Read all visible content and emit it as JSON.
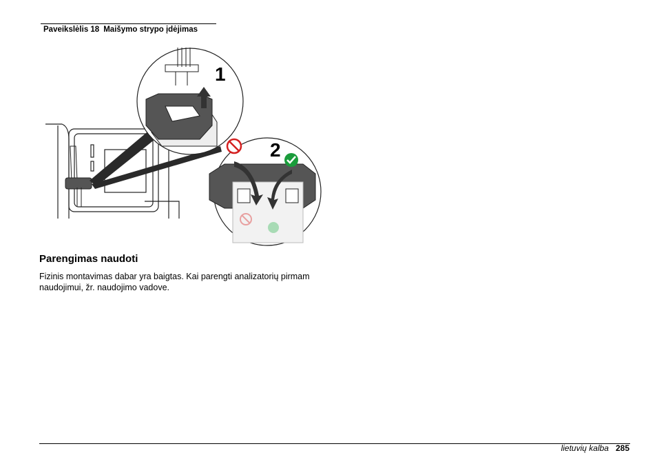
{
  "figure": {
    "caption_label": "Paveikslėlis 18",
    "caption_title": "Maišymo strypo įdėjimas",
    "step1": "1",
    "step2": "2",
    "illustration_icon": "stir-bar-installation-illustration"
  },
  "section": {
    "title": "Parengimas naudoti",
    "body": "Fizinis montavimas dabar yra baigtas. Kai parengti analizatorių pirmam naudojimui, žr. naudojimo vadove."
  },
  "footer": {
    "language": "lietuvių kalba",
    "page_number": "285"
  }
}
